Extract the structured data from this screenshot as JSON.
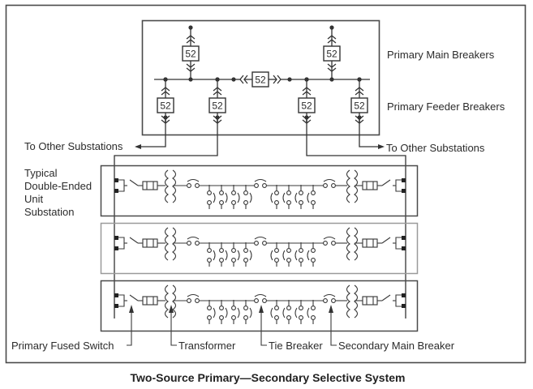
{
  "title": "Two-Source Primary—Secondary Selective System",
  "labels": {
    "primary_main_breakers": "Primary Main Breakers",
    "primary_feeder_breakers": "Primary Feeder Breakers",
    "to_other_substations_left": "To Other Substations",
    "to_other_substations_right": "To Other Substations",
    "typical_substation": [
      "Typical",
      "Double-Ended",
      "Unit",
      "Substation"
    ],
    "primary_fused_switch": "Primary Fused Switch",
    "transformer": "Transformer",
    "tie_breaker": "Tie Breaker",
    "secondary_main_breaker": "Secondary Main Breaker"
  },
  "breakers": {
    "main_left": "52",
    "main_right": "52",
    "tie": "52",
    "feeder_1": "52",
    "feeder_2": "52",
    "feeder_3": "52",
    "feeder_4": "52"
  },
  "colors": {
    "line": "#333333",
    "frame": "#4a4a4a",
    "middle_substation_frame": "#9a9a9a"
  },
  "substation_count": 3
}
